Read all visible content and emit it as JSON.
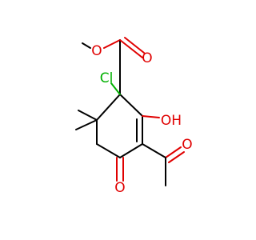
{
  "atoms": {
    "o_ester_single": "O",
    "o_ester_carbonyl": "O",
    "cl": "Cl",
    "oh": "OH",
    "o_ketone_ring": "O",
    "o_acetyl": "O"
  },
  "colors": {
    "bond": "#000000",
    "oxygen": "#e00000",
    "chlorine": "#00b000"
  }
}
